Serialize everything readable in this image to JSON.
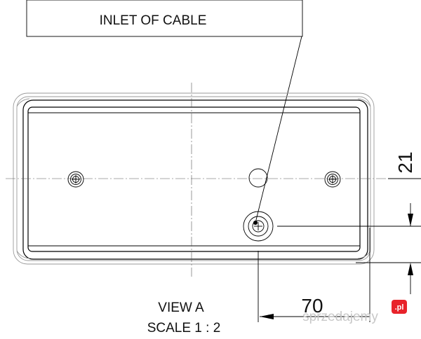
{
  "callout": {
    "label": "INLET OF CABLE"
  },
  "dimensions": {
    "vertical": "21",
    "horizontal": "70"
  },
  "view": {
    "title": "VIEW A",
    "scale": "SCALE 1 : 2"
  },
  "watermark": {
    "text": "sprzedajemy",
    "badge": ".pl",
    "badge_color": "#e8232a"
  }
}
